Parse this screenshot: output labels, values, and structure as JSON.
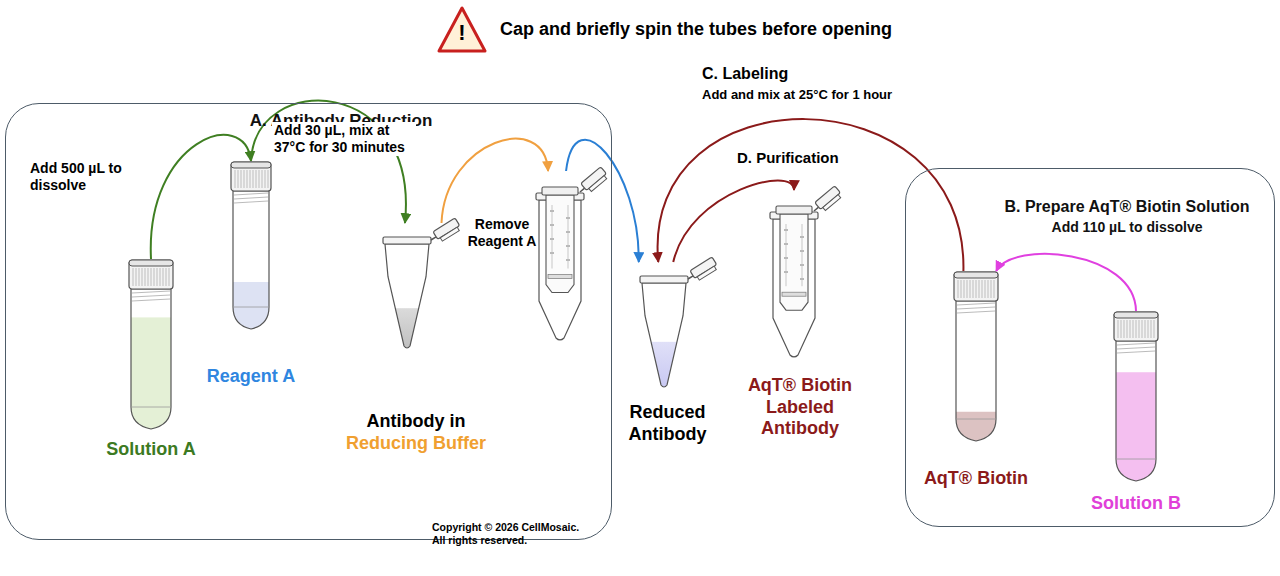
{
  "diagram": {
    "title": "Cap and briefly spin the tubes before opening",
    "nodes": [
      {
        "text": [
          "A. Antibody Reduction"
        ]
      },
      {
        "text": [
          "Solution A"
        ],
        "in": 0
      },
      {
        "text": [
          "Reagent A"
        ],
        "in": 0
      },
      {
        "text": [
          "Antibody in",
          "Reducing Buffer"
        ],
        "in": 0
      },
      {
        "text": [
          "Remove Reagent A"
        ],
        "in": 0
      },
      {
        "text": [
          "Reduced Antibody"
        ]
      },
      {
        "text": [
          "AqT® Biotin Labeled Antibody"
        ]
      },
      {
        "text": [
          "B. Prepare AqT® Biotin Solution",
          "Add 110 µL to dissolve"
        ]
      },
      {
        "text": [
          "AqT® Biotin"
        ],
        "in": 7
      },
      {
        "text": [
          "Solution B"
        ],
        "in": 7
      }
    ],
    "edges": [
      {
        "from": 1,
        "to": 2,
        "label": "Add 500 µL to dissolve",
        "arrow": "to"
      },
      {
        "from": 2,
        "to": 3,
        "label": "Add 30 µL, mix at 37°C for 30 minutes",
        "arrow": "to"
      },
      {
        "from": 3,
        "to": 4,
        "arrow": "to"
      },
      {
        "from": 4,
        "to": 5,
        "arrow": "to"
      },
      {
        "from": 8,
        "to": 5,
        "label": "C. Labeling",
        "arrow": "to"
      },
      {
        "from": 5,
        "to": 6,
        "label": "D. Purification",
        "arrow": "to"
      },
      {
        "from": 9,
        "to": 8,
        "arrow": "to"
      }
    ],
    "labels": [
      "!",
      "Add and mix at 25°C for 1 hour",
      "Copyright © 2026 CellMosaic. All rights reserved."
    ]
  }
}
